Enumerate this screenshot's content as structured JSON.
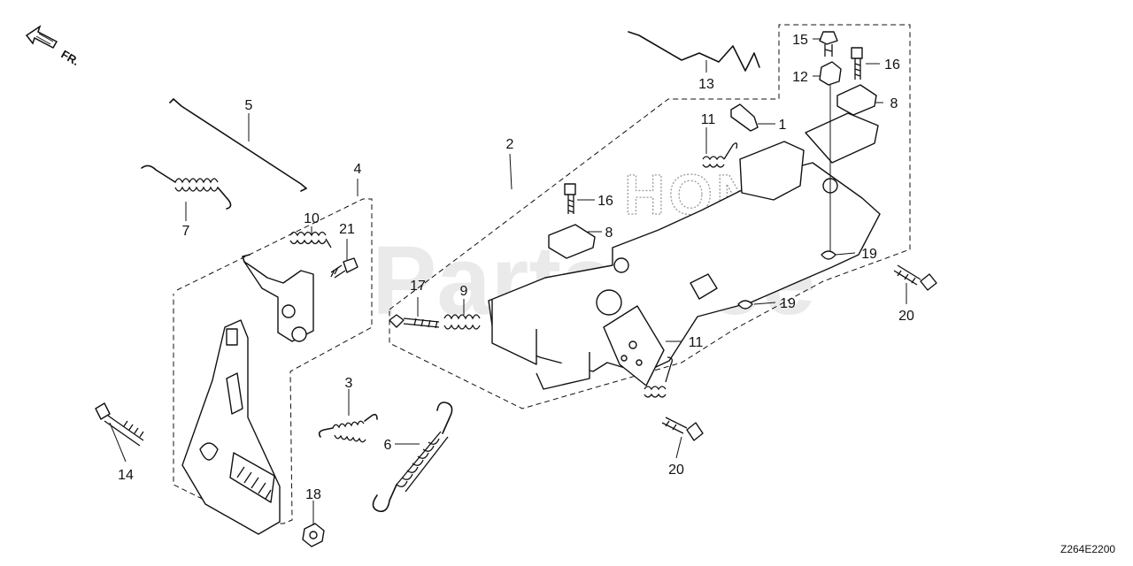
{
  "diagram": {
    "direction_label": "FR.",
    "drawing_code": "Z264E2200",
    "watermarks": {
      "brand": "HONDA",
      "site": "PartsTree"
    },
    "callouts": [
      {
        "id": "c1",
        "text": "1"
      },
      {
        "id": "c2",
        "text": "2"
      },
      {
        "id": "c3",
        "text": "3"
      },
      {
        "id": "c4",
        "text": "4"
      },
      {
        "id": "c5",
        "text": "5"
      },
      {
        "id": "c6",
        "text": "6"
      },
      {
        "id": "c7",
        "text": "7"
      },
      {
        "id": "c8a",
        "text": "8"
      },
      {
        "id": "c8b",
        "text": "8"
      },
      {
        "id": "c9",
        "text": "9"
      },
      {
        "id": "c10",
        "text": "10"
      },
      {
        "id": "c11a",
        "text": "11"
      },
      {
        "id": "c11b",
        "text": "11"
      },
      {
        "id": "c12",
        "text": "12"
      },
      {
        "id": "c13",
        "text": "13"
      },
      {
        "id": "c14",
        "text": "14"
      },
      {
        "id": "c15",
        "text": "15"
      },
      {
        "id": "c16a",
        "text": "16"
      },
      {
        "id": "c16b",
        "text": "16"
      },
      {
        "id": "c17",
        "text": "17"
      },
      {
        "id": "c18",
        "text": "18"
      },
      {
        "id": "c19a",
        "text": "19"
      },
      {
        "id": "c19b",
        "text": "19"
      },
      {
        "id": "c20a",
        "text": "20"
      },
      {
        "id": "c20b",
        "text": "20"
      },
      {
        "id": "c21",
        "text": "21"
      }
    ]
  }
}
